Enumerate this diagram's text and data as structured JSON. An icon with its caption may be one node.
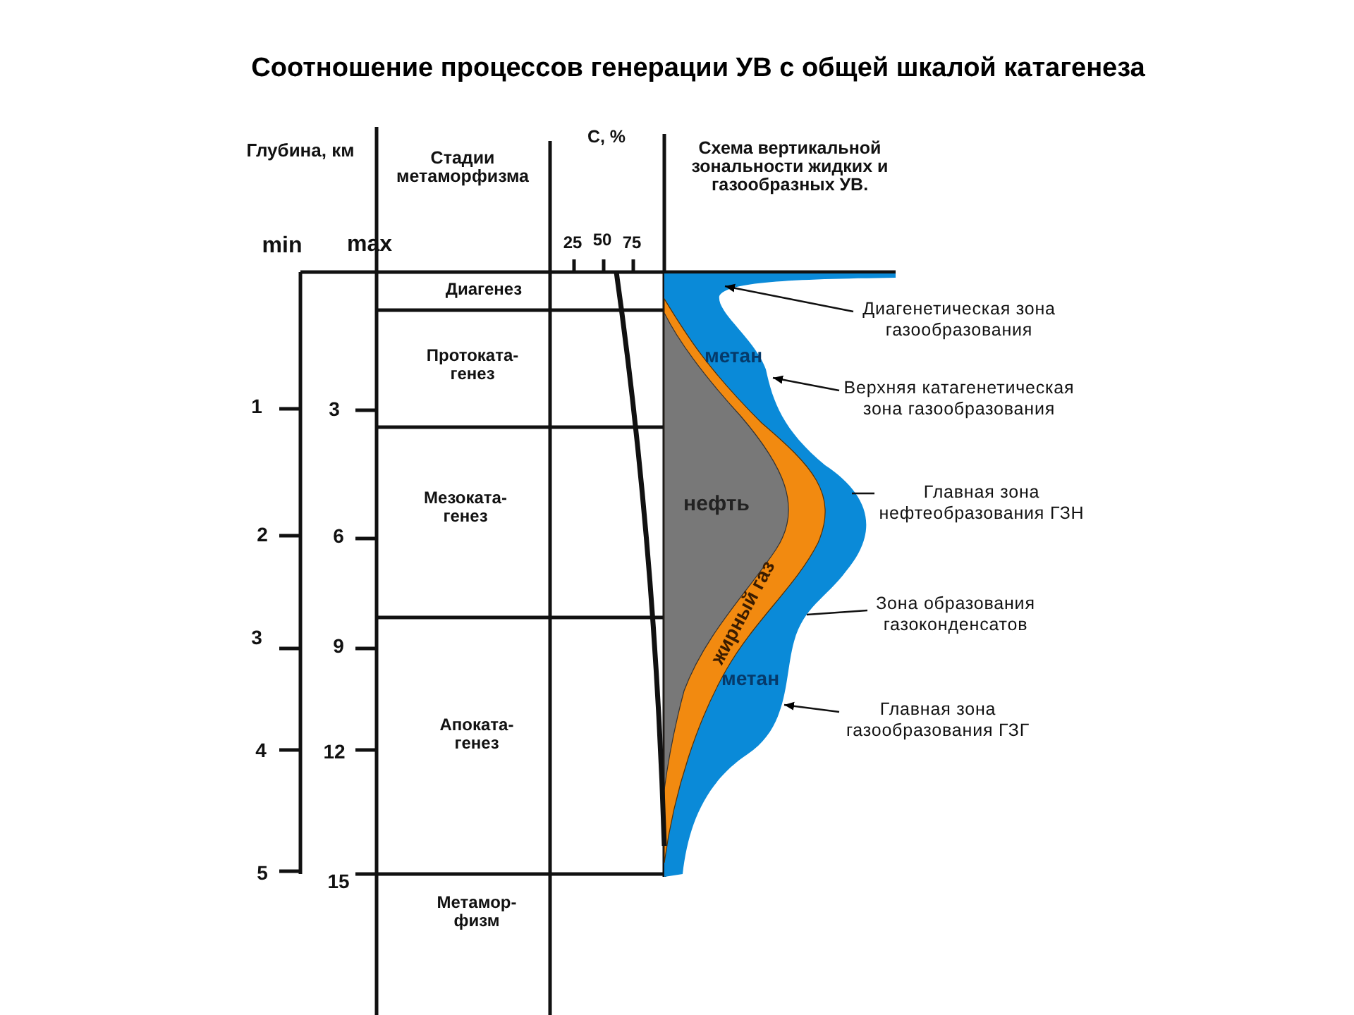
{
  "diagram": {
    "title": "Соотношение процессов генерации УВ с общей шкалой катагенеза",
    "nodes": [
      {
        "text": [],
        "shape": "area"
      },
      {
        "text": [
          "Диагенетическая зона газообразования"
        ]
      },
      {
        "text": [
          "Верхняя катагенетическая зона газообразования"
        ]
      },
      {
        "text": [
          "Главная зона нефтеобразования ГЗН"
        ]
      },
      {
        "text": [
          "Зона образования газоконденсатов"
        ]
      },
      {
        "text": [
          "Главная зона газообразования ГЗГ"
        ]
      }
    ],
    "edges": [
      {
        "from": 1,
        "to": 0,
        "arrow": "to"
      },
      {
        "from": 2,
        "to": 0,
        "arrow": "to"
      },
      {
        "from": 3,
        "to": 0,
        "arrow": "none"
      },
      {
        "from": 4,
        "to": 0,
        "arrow": "none"
      },
      {
        "from": 5,
        "to": 0,
        "arrow": "to"
      }
    ],
    "labels": [
      "Глубина, км",
      "Стадии метаморфизма",
      "С, %",
      "Схема вертикальной зональности жидких и газообразных УВ.",
      "min",
      "max",
      "25",
      "50",
      "75",
      "Диагенез",
      "Протоката- генез",
      "1",
      "3",
      "Мезоката- генез",
      "2",
      "6",
      "3",
      "9",
      "4",
      "12",
      "Апоката- генез",
      "5",
      "15",
      "Метамор- физм",
      "метан",
      "нефть",
      "жирный газ",
      "метан"
    ]
  }
}
